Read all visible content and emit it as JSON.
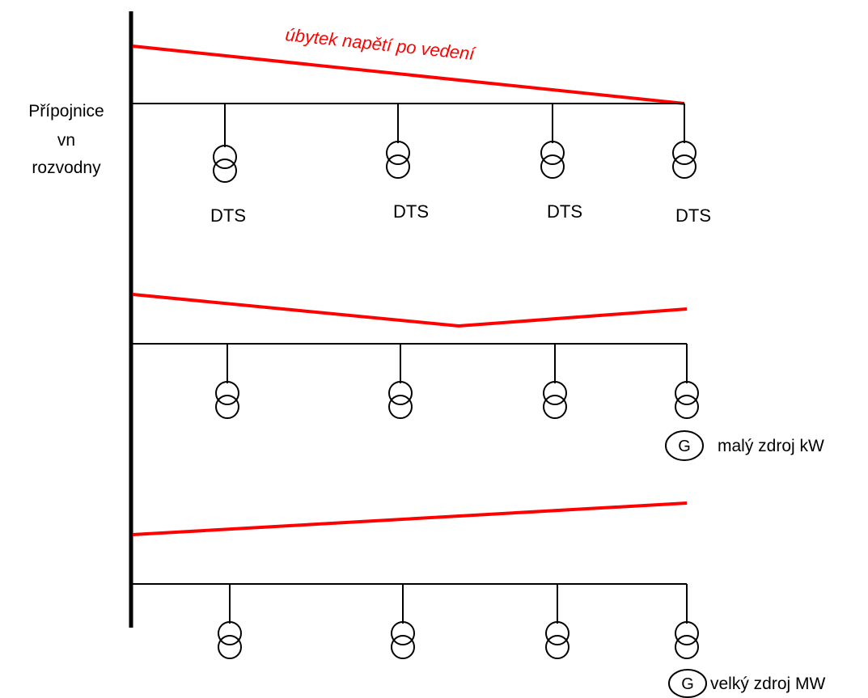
{
  "busbar_label": {
    "line1": "Přípojnice",
    "line2": "vn",
    "line3": "rozvodny"
  },
  "voltage_drop_label": "úbytek napětí po vedení",
  "dts_label": "DTS",
  "generators": {
    "small": {
      "letter": "G",
      "label": "malý zdroj kW"
    },
    "large": {
      "letter": "G",
      "label": "velký zdroj MW"
    }
  },
  "colors": {
    "voltage_profile": "#ff0000",
    "lines": "#000000",
    "background": "#ffffff"
  },
  "feeders": [
    {
      "name": "feeder-no-generation",
      "dts_labels": [
        "DTS",
        "DTS",
        "DTS",
        "DTS"
      ],
      "voltage_profile": "decreasing along the line"
    },
    {
      "name": "feeder-small-generator",
      "dts_labels": [],
      "voltage_profile": "dips then rises toward the end"
    },
    {
      "name": "feeder-large-generator",
      "dts_labels": [],
      "voltage_profile": "increasing along the line"
    }
  ]
}
